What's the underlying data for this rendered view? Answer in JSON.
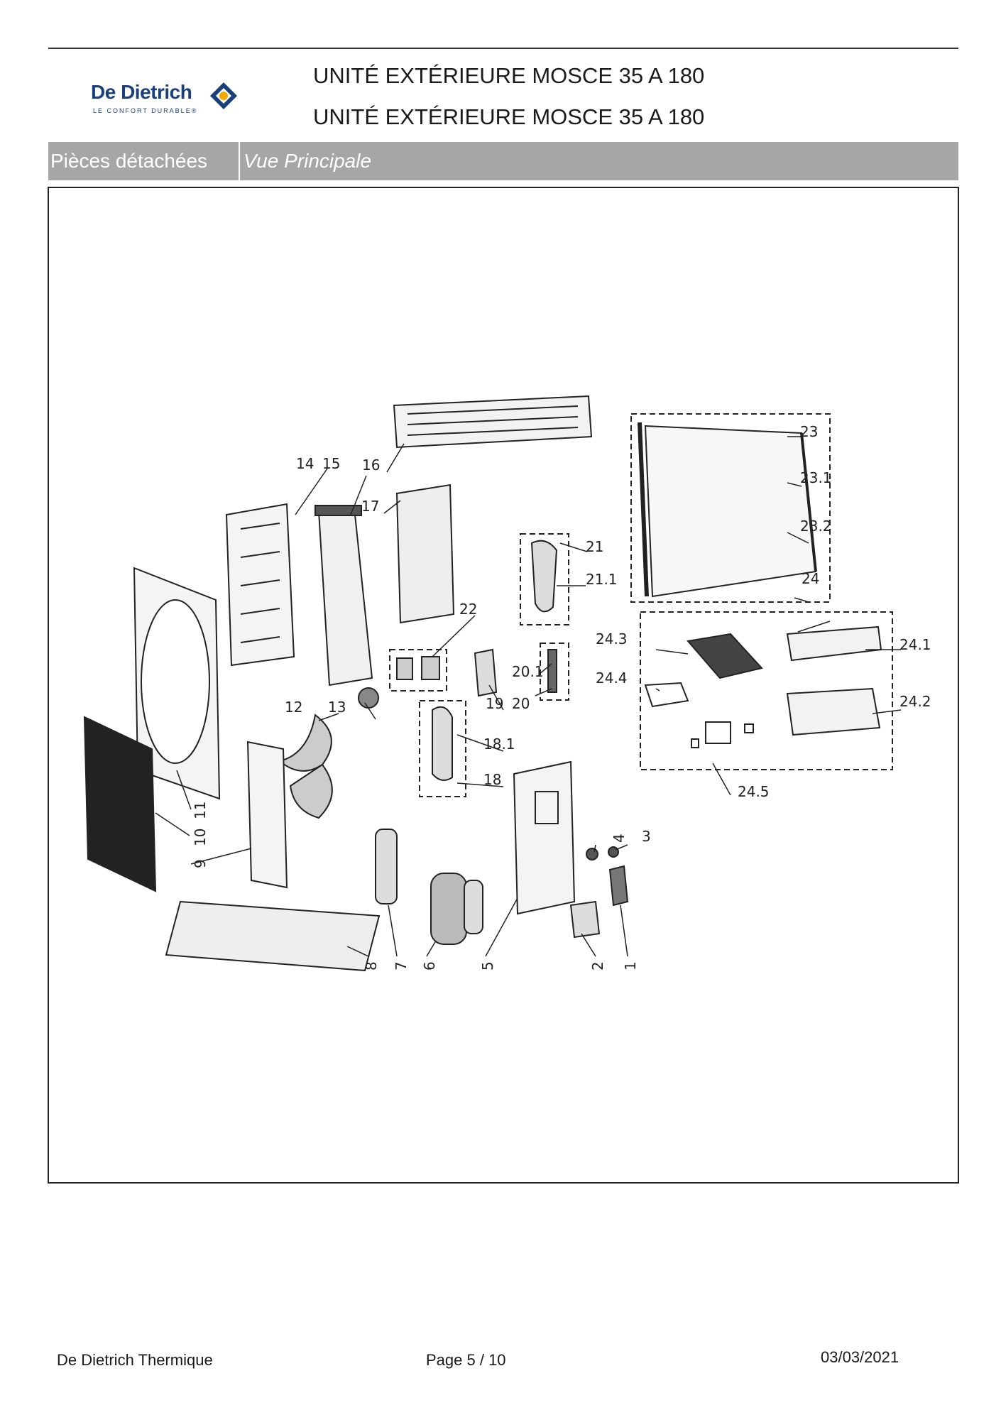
{
  "brand": {
    "name": "De Dietrich",
    "tagline": "LE CONFORT DURABLE®",
    "colors": {
      "primary": "#1b3f7a",
      "accent": "#f2a900"
    }
  },
  "header": {
    "title_1": "UNITÉ EXTÉRIEURE MOSCE 35 A 180",
    "title_2": "UNITÉ EXTÉRIEURE MOSCE 35 A 180"
  },
  "tabs": {
    "left": "Pièces détachées",
    "right": "Vue Principale",
    "bar_color": "#a6a6a6"
  },
  "diagram": {
    "labels": [
      "1",
      "2",
      "3",
      "4",
      "5",
      "6",
      "7",
      "8",
      "9",
      "10",
      "11",
      "12",
      "13",
      "14",
      "15",
      "16",
      "17",
      "18",
      "18.1",
      "19",
      "20",
      "20.1",
      "21",
      "21.1",
      "22",
      "23",
      "23.1",
      "23.2",
      "24",
      "24.1",
      "24.2",
      "24.3",
      "24.4",
      "24.5"
    ]
  },
  "footer": {
    "company": "De Dietrich Thermique",
    "page": "Page   5  /  10",
    "date": "03/03/2021"
  }
}
